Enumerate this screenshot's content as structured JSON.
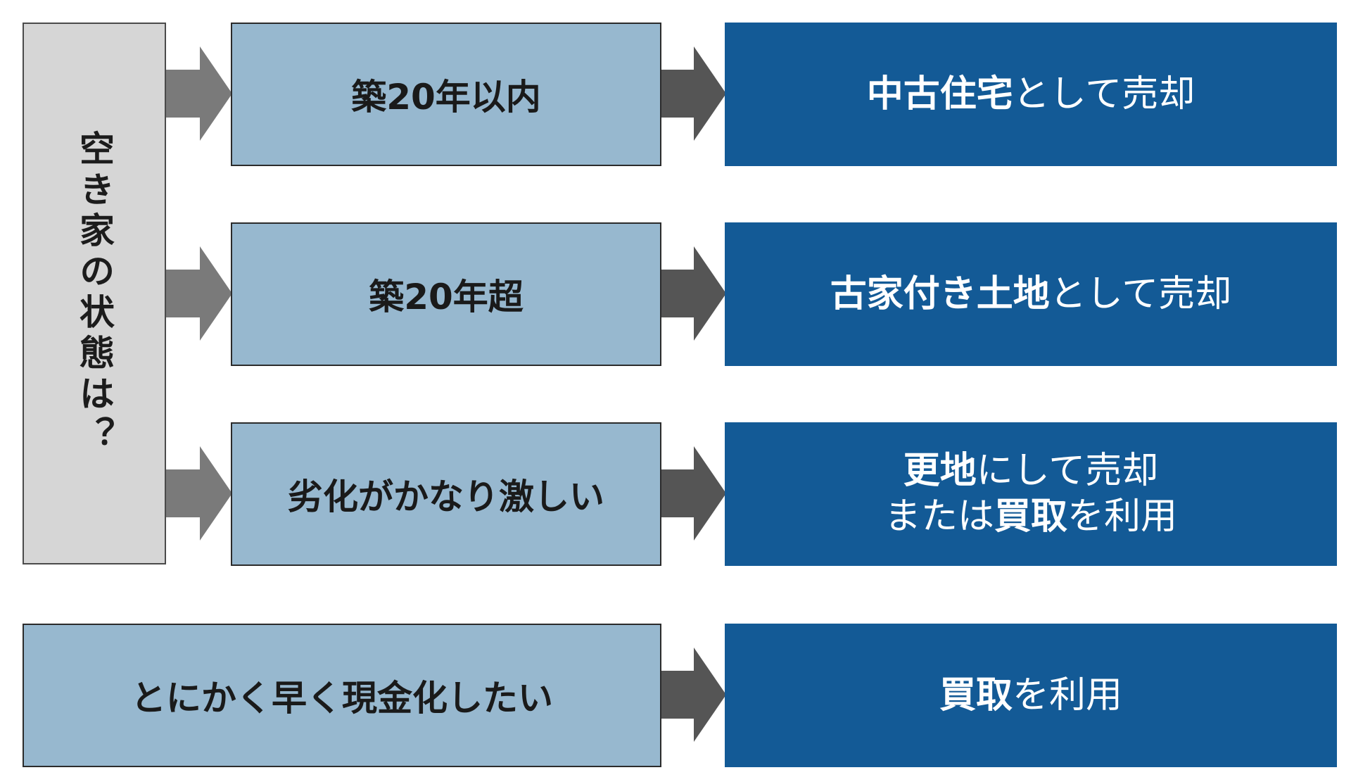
{
  "question": "空き家の状態は？",
  "rows": [
    {
      "condition": "築20年以内",
      "result_lines": [
        [
          {
            "text": "中古住宅",
            "bold": true
          },
          {
            "text": "として売却",
            "bold": false
          }
        ]
      ]
    },
    {
      "condition": "築20年超",
      "result_lines": [
        [
          {
            "text": "古家付き土地",
            "bold": true
          },
          {
            "text": "として売却",
            "bold": false
          }
        ]
      ]
    },
    {
      "condition": "劣化がかなり激しい",
      "result_lines": [
        [
          {
            "text": "更地",
            "bold": true
          },
          {
            "text": "にして売却",
            "bold": false
          }
        ],
        [
          {
            "text": "または",
            "bold": false
          },
          {
            "text": "買取",
            "bold": true
          },
          {
            "text": "を利用",
            "bold": false
          }
        ]
      ]
    }
  ],
  "bottom": {
    "condition": "とにかく早く現金化したい",
    "result_lines": [
      [
        {
          "text": "買取",
          "bold": true
        },
        {
          "text": "を利用",
          "bold": false
        }
      ]
    ]
  },
  "colors": {
    "question_bg": "#d6d6d6",
    "condition_bg": "#97b8cf",
    "result_bg": "#135a96",
    "arrow_light": "#7a7a7a",
    "arrow_dark": "#555555"
  }
}
